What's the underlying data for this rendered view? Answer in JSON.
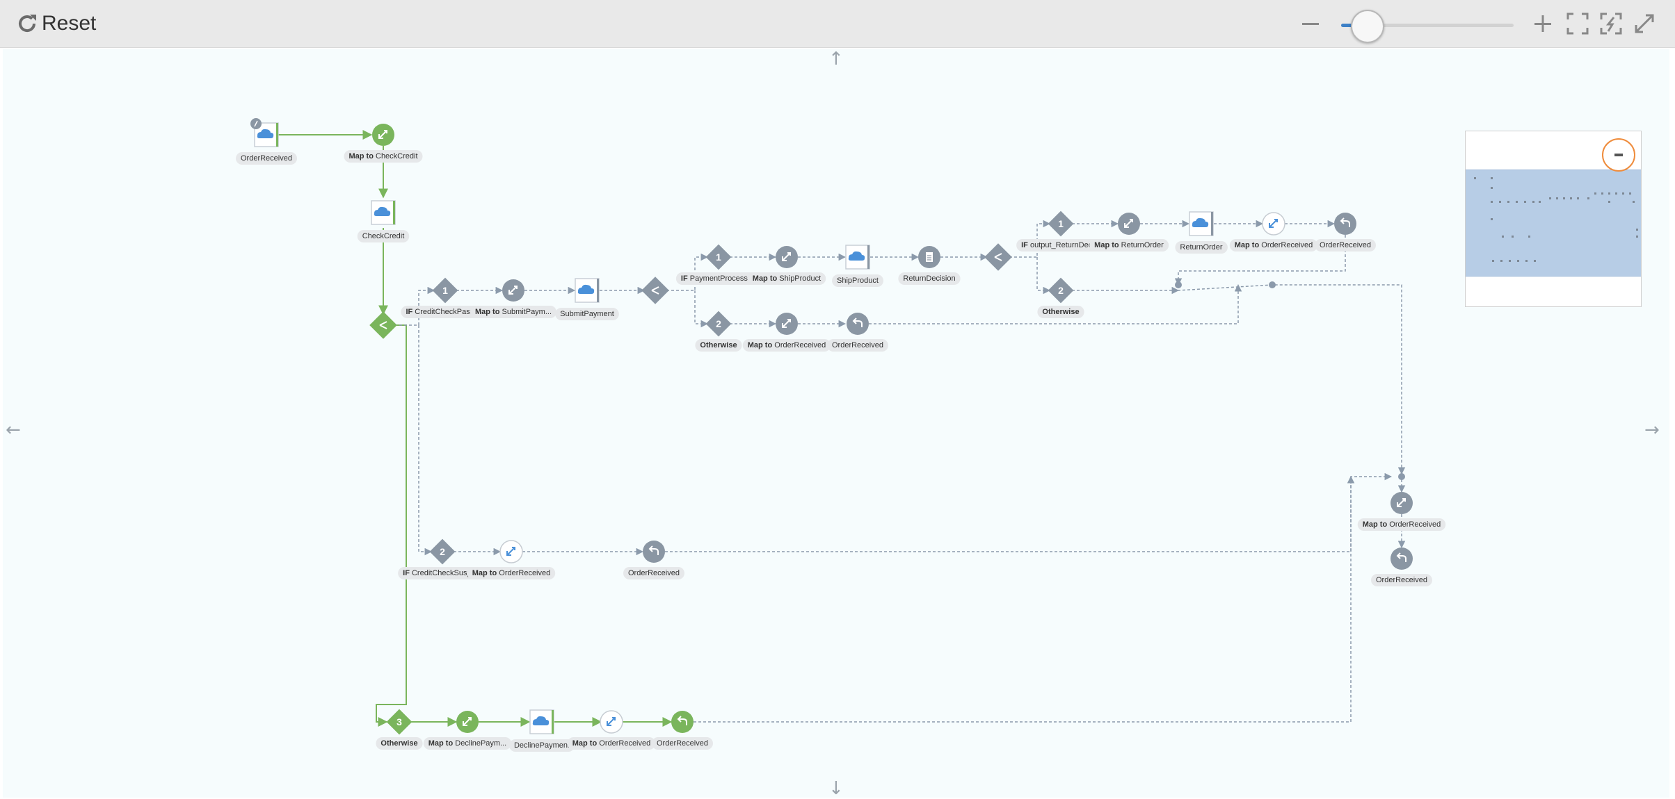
{
  "toolbar": {
    "reset_label": "Reset",
    "zoom_level": 0.08,
    "icons": [
      "refresh-icon",
      "zoom-out-icon",
      "zoom-in-icon",
      "fit-to-screen-icon",
      "collapse-all-icon",
      "fullscreen-icon"
    ]
  },
  "colors": {
    "success_path": "#7ab55c",
    "other_path": "#8b9aab",
    "node_gray": "#8a96a3",
    "node_green": "#7ab55c",
    "label_bg": "#e6e8ea",
    "minimap_viewport": "#b7cde6",
    "minimap_collapse_ring": "#ef8c3c"
  },
  "diagram": {
    "nodes": [
      {
        "id": "n1",
        "kind": "invoke",
        "color": "green",
        "label": "OrderReceived"
      },
      {
        "id": "n2",
        "kind": "map",
        "color": "green",
        "bold": "Map to",
        "label": "CheckCredit"
      },
      {
        "id": "n3",
        "kind": "invoke",
        "color": "green",
        "label": "CheckCredit"
      },
      {
        "id": "n4",
        "kind": "switch",
        "color": "green",
        "label": ""
      },
      {
        "id": "n5",
        "kind": "branch",
        "color": "gray",
        "number": "1",
        "bold": "IF",
        "label": "CreditCheckPasse..."
      },
      {
        "id": "n6",
        "kind": "map",
        "color": "gray",
        "bold": "Map to",
        "label": "SubmitPaym..."
      },
      {
        "id": "n7",
        "kind": "invoke",
        "color": "gray",
        "label": "SubmitPayment"
      },
      {
        "id": "n8",
        "kind": "switch",
        "color": "gray",
        "label": ""
      },
      {
        "id": "n9",
        "kind": "branch",
        "color": "gray",
        "number": "1",
        "bold": "IF",
        "label": "PaymentProcessed"
      },
      {
        "id": "n10",
        "kind": "map",
        "color": "gray",
        "bold": "Map to",
        "label": "ShipProduct"
      },
      {
        "id": "n11",
        "kind": "invoke",
        "color": "gray",
        "label": "ShipProduct"
      },
      {
        "id": "n12",
        "kind": "doc",
        "color": "gray",
        "label": "ReturnDecision"
      },
      {
        "id": "n13",
        "kind": "switch",
        "color": "gray",
        "label": ""
      },
      {
        "id": "n14",
        "kind": "branch",
        "color": "gray",
        "number": "1",
        "bold": "IF",
        "label": "output_ReturnDeci..."
      },
      {
        "id": "n15",
        "kind": "map",
        "color": "gray",
        "bold": "Map to",
        "label": "ReturnOrder"
      },
      {
        "id": "n16",
        "kind": "invoke",
        "color": "gray",
        "label": "ReturnOrder"
      },
      {
        "id": "n17",
        "kind": "maplight",
        "color": "gray",
        "bold": "Map to",
        "label": "OrderReceived"
      },
      {
        "id": "n18",
        "kind": "return",
        "color": "gray",
        "label": "OrderReceived"
      },
      {
        "id": "n19",
        "kind": "branch",
        "color": "gray",
        "number": "2",
        "bold": "Otherwise",
        "label": ""
      },
      {
        "id": "n20",
        "kind": "branch",
        "color": "gray",
        "number": "2",
        "bold": "Otherwise",
        "label": ""
      },
      {
        "id": "n21",
        "kind": "map",
        "color": "gray",
        "bold": "Map to",
        "label": "OrderReceived"
      },
      {
        "id": "n22",
        "kind": "return",
        "color": "gray",
        "label": "OrderReceived"
      },
      {
        "id": "n23",
        "kind": "branch",
        "color": "gray",
        "number": "2",
        "bold": "IF",
        "label": "CreditCheckSuspe..."
      },
      {
        "id": "n24",
        "kind": "maplight",
        "color": "gray",
        "bold": "Map to",
        "label": "OrderReceived"
      },
      {
        "id": "n25",
        "kind": "return",
        "color": "gray",
        "label": "OrderReceived"
      },
      {
        "id": "n26",
        "kind": "branch",
        "color": "green",
        "number": "3",
        "bold": "Otherwise",
        "label": ""
      },
      {
        "id": "n27",
        "kind": "map",
        "color": "green",
        "bold": "Map to",
        "label": "DeclinePaym..."
      },
      {
        "id": "n28",
        "kind": "invoke",
        "color": "green",
        "label": "DeclinePayment"
      },
      {
        "id": "n29",
        "kind": "maplight",
        "color": "green",
        "bold": "Map to",
        "label": "OrderReceived"
      },
      {
        "id": "n30",
        "kind": "return",
        "color": "green",
        "label": "OrderReceived"
      },
      {
        "id": "n31",
        "kind": "map",
        "color": "gray",
        "bold": "Map to",
        "label": "OrderReceived"
      },
      {
        "id": "n32",
        "kind": "return",
        "color": "gray",
        "label": "OrderReceived"
      }
    ]
  }
}
